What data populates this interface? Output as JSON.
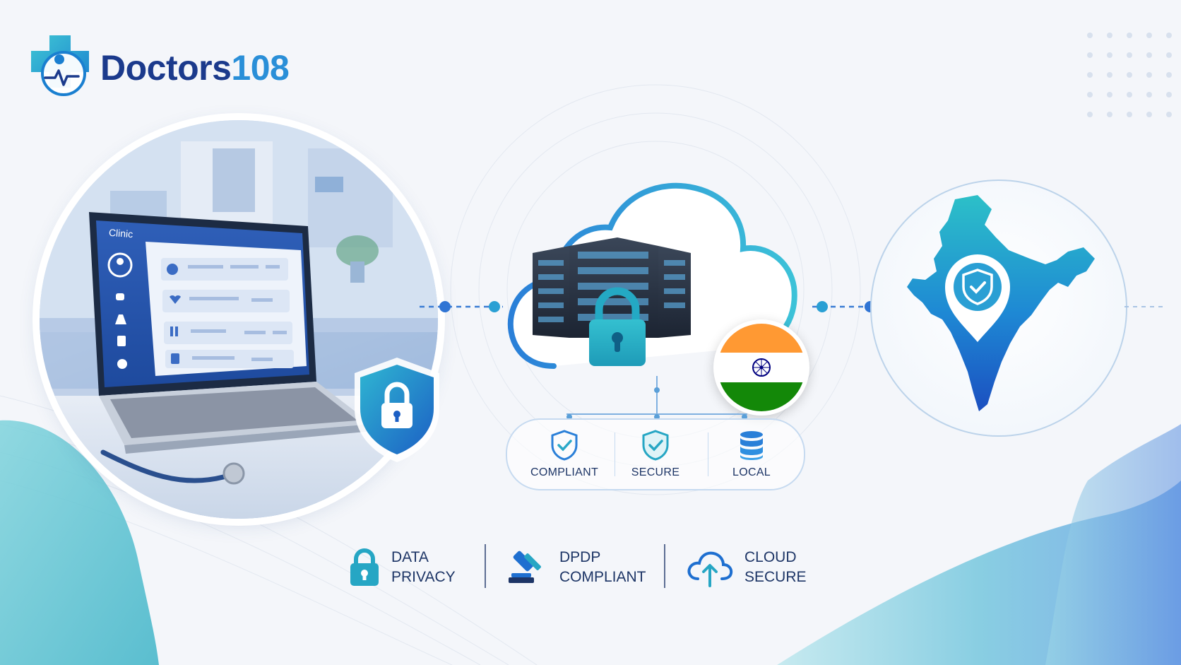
{
  "brand": {
    "name_main": "Doctors",
    "name_num": "108",
    "logo_icon": "medical-cross-heartbeat-icon"
  },
  "clinic_panel": {
    "app_label": "Clinic",
    "sidebar_icons": [
      "avatar-icon",
      "user-icon",
      "lab-flask-icon",
      "clipboard-icon",
      "gear-icon"
    ],
    "list_icons": [
      "user-icon",
      "heart-icon",
      "test-tubes-icon",
      "document-icon"
    ]
  },
  "cloud": {
    "icons": [
      "server-rack-icon",
      "padlock-icon",
      "india-flag-icon"
    ],
    "flag_colors": [
      "#ff9933",
      "#ffffff",
      "#138808"
    ]
  },
  "pill_features": [
    {
      "label": "COMPLIANT",
      "icon": "shield-check-icon"
    },
    {
      "label": "SECURE",
      "icon": "shield-check-icon"
    },
    {
      "label": "LOCAL",
      "icon": "database-icon"
    }
  ],
  "india_map": {
    "icon": "location-pin-shield-icon"
  },
  "bottom_features": [
    {
      "line1": "DATA",
      "line2": "PRIVACY",
      "icon": "padlock-icon"
    },
    {
      "line1": "DPDP",
      "line2": "COMPLIANT",
      "icon": "gavel-icon"
    },
    {
      "line1": "CLOUD",
      "line2": "SECURE",
      "icon": "cloud-upload-icon"
    }
  ],
  "colors": {
    "navy": "#1b3a8c",
    "blue": "#2a8fd8",
    "teal": "#20a8c8",
    "text": "#1d3566"
  }
}
